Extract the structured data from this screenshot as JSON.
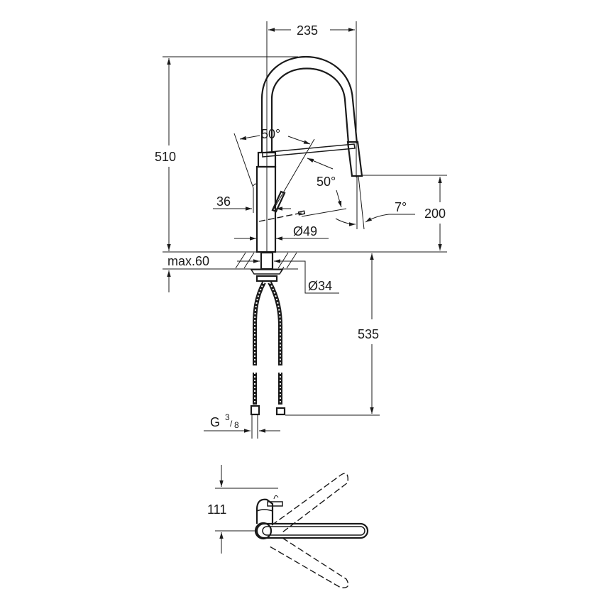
{
  "drawing": {
    "title": "Single-lever kitchen mixer with pull-out spray - dimensional drawing",
    "units": "mm",
    "colors": {
      "line": "#1a1a1a",
      "background": "#ffffff"
    }
  },
  "side_view": {
    "dimensions": {
      "spout_reach": "235",
      "total_height": "510",
      "spout_outlet_height": "200",
      "lever_swing_angle": "50°",
      "spray_swivel_angle": "50°",
      "outlet_tilt_angle": "7°",
      "lever_clearance": "36",
      "body_diameter": "Ø49",
      "max_deck_thickness": "max.60",
      "hole_diameter": "Ø34",
      "hose_length": "535",
      "connection_thread_prefix": "G",
      "connection_thread_num": "3",
      "connection_thread_den": "8"
    }
  },
  "top_view": {
    "dimensions": {
      "lever_offset": "111"
    }
  }
}
